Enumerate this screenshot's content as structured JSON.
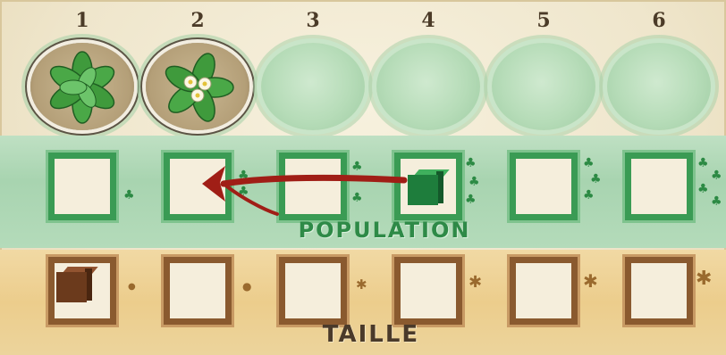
{
  "board": {
    "columns": [
      "1",
      "2",
      "3",
      "4",
      "5",
      "6"
    ],
    "disc_plants": [
      "leafy-plant",
      "flowering-plant",
      "",
      "",
      "",
      ""
    ],
    "population_label": "POPULATION",
    "size_label": "TAILLE"
  },
  "pieces": {
    "population_cube": {
      "color": "#1e7d3c",
      "column": 4,
      "moves_to_column": 2
    },
    "size_cube": {
      "color": "#6b3a1c",
      "column": 1
    }
  },
  "colors": {
    "population_band": "#a8d4b0",
    "size_band": "#eccd8c",
    "arrow": "#a01e16"
  }
}
